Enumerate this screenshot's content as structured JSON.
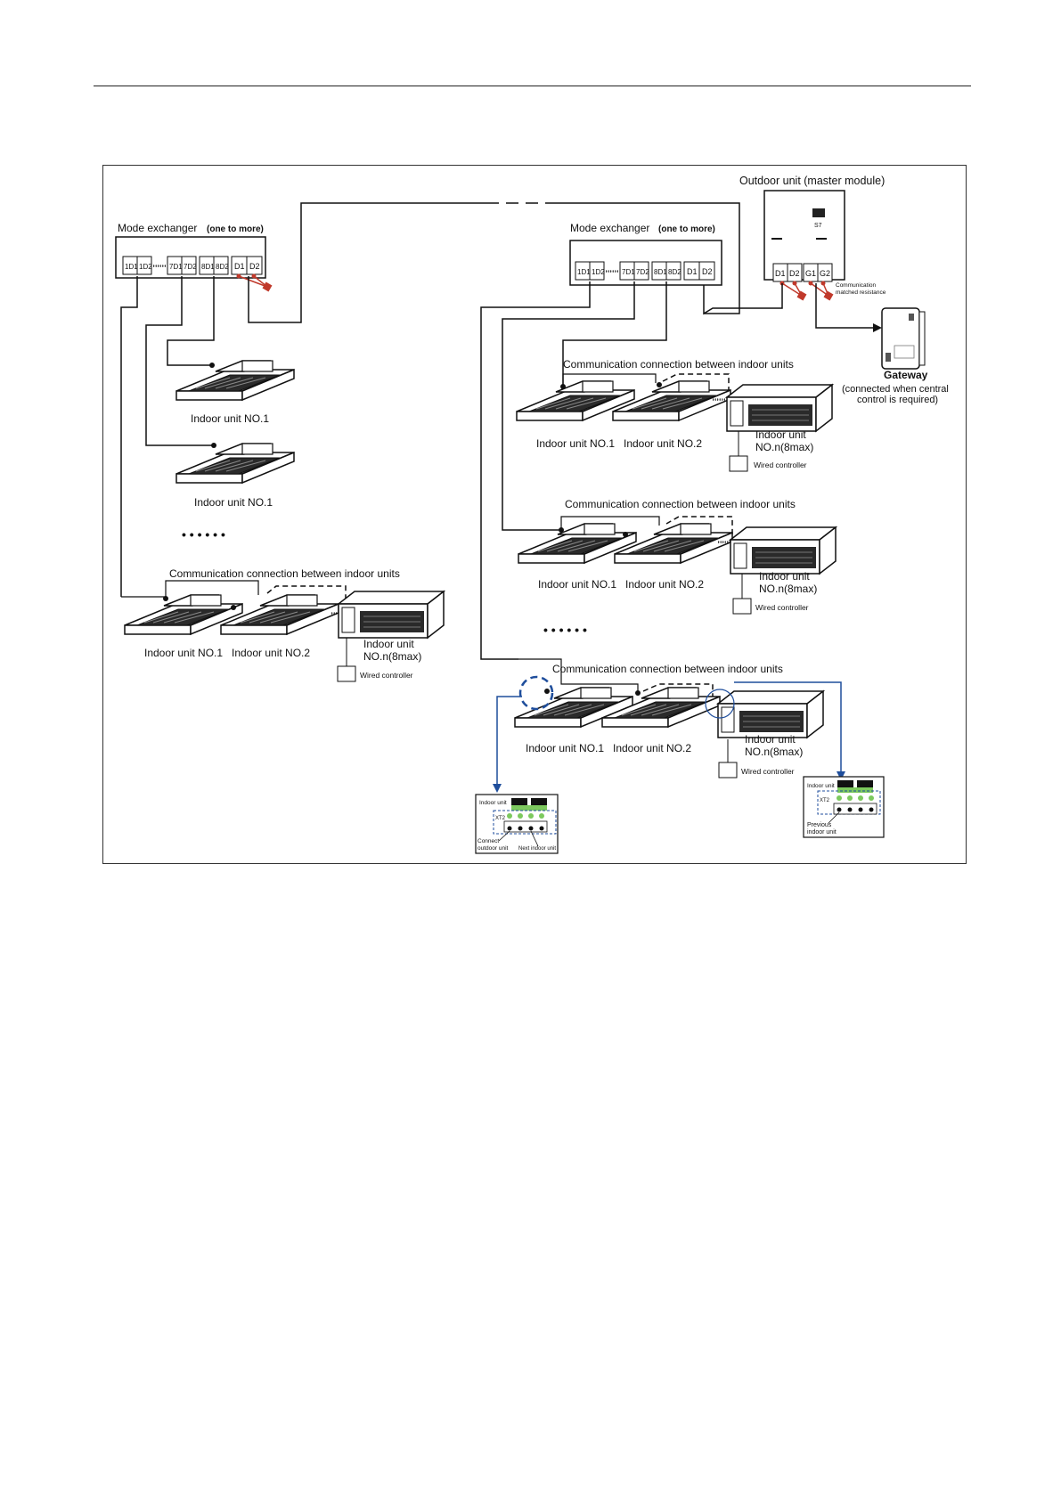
{
  "diagram": {
    "outdoor_unit": {
      "title": "Outdoor unit (master module)",
      "switch_label": "S7",
      "terminals": [
        "D1",
        "D2",
        "G1",
        "G2"
      ],
      "resistance_note": [
        "Communication",
        "matched resistance"
      ]
    },
    "gateway": {
      "title": "Gateway",
      "note": [
        "(connected when central",
        "control is required)"
      ]
    },
    "left_mode_exchanger": {
      "title": "Mode exchanger",
      "qualifier": "(one to more)",
      "terminals": [
        "1D1",
        "1D2",
        "7D1",
        "7D2",
        "8D1",
        "8D2",
        "D1",
        "D2"
      ]
    },
    "right_mode_exchanger": {
      "title": "Mode exchanger",
      "qualifier": "(one to more)",
      "terminals": [
        "1D1",
        "1D2",
        "7D1",
        "7D2",
        "8D1",
        "8D2",
        "D1",
        "D2"
      ]
    },
    "ellipsis": "• • • • • •",
    "labels": {
      "comm_connection": "Communication connection between indoor units",
      "indoor_no1": "Indoor unit NO.1",
      "indoor_no2": "Indoor unit NO.2",
      "indoor_non_line1": "Indoor unit",
      "indoor_non_line2": "NO.n(8max)",
      "wired_controller": "Wired controller"
    },
    "detail_left": {
      "title": "Indoor unit",
      "xt": "XT2",
      "labels": [
        "Connect",
        "outdoor unit",
        "Next indoor unit"
      ]
    },
    "detail_right": {
      "title": "Indoor unit",
      "xt": "XT2",
      "labels": [
        "Previous",
        "indoor unit"
      ]
    },
    "colors": {
      "line": "#1a1a1a",
      "red_resistor": "#c0392b",
      "blue_callout": "#1f4e9c",
      "terminal_green": "#7dc95e",
      "terminal_black": "#111111"
    },
    "icons": [
      "cassette-unit-icon",
      "duct-unit-icon",
      "gateway-device-icon"
    ]
  }
}
